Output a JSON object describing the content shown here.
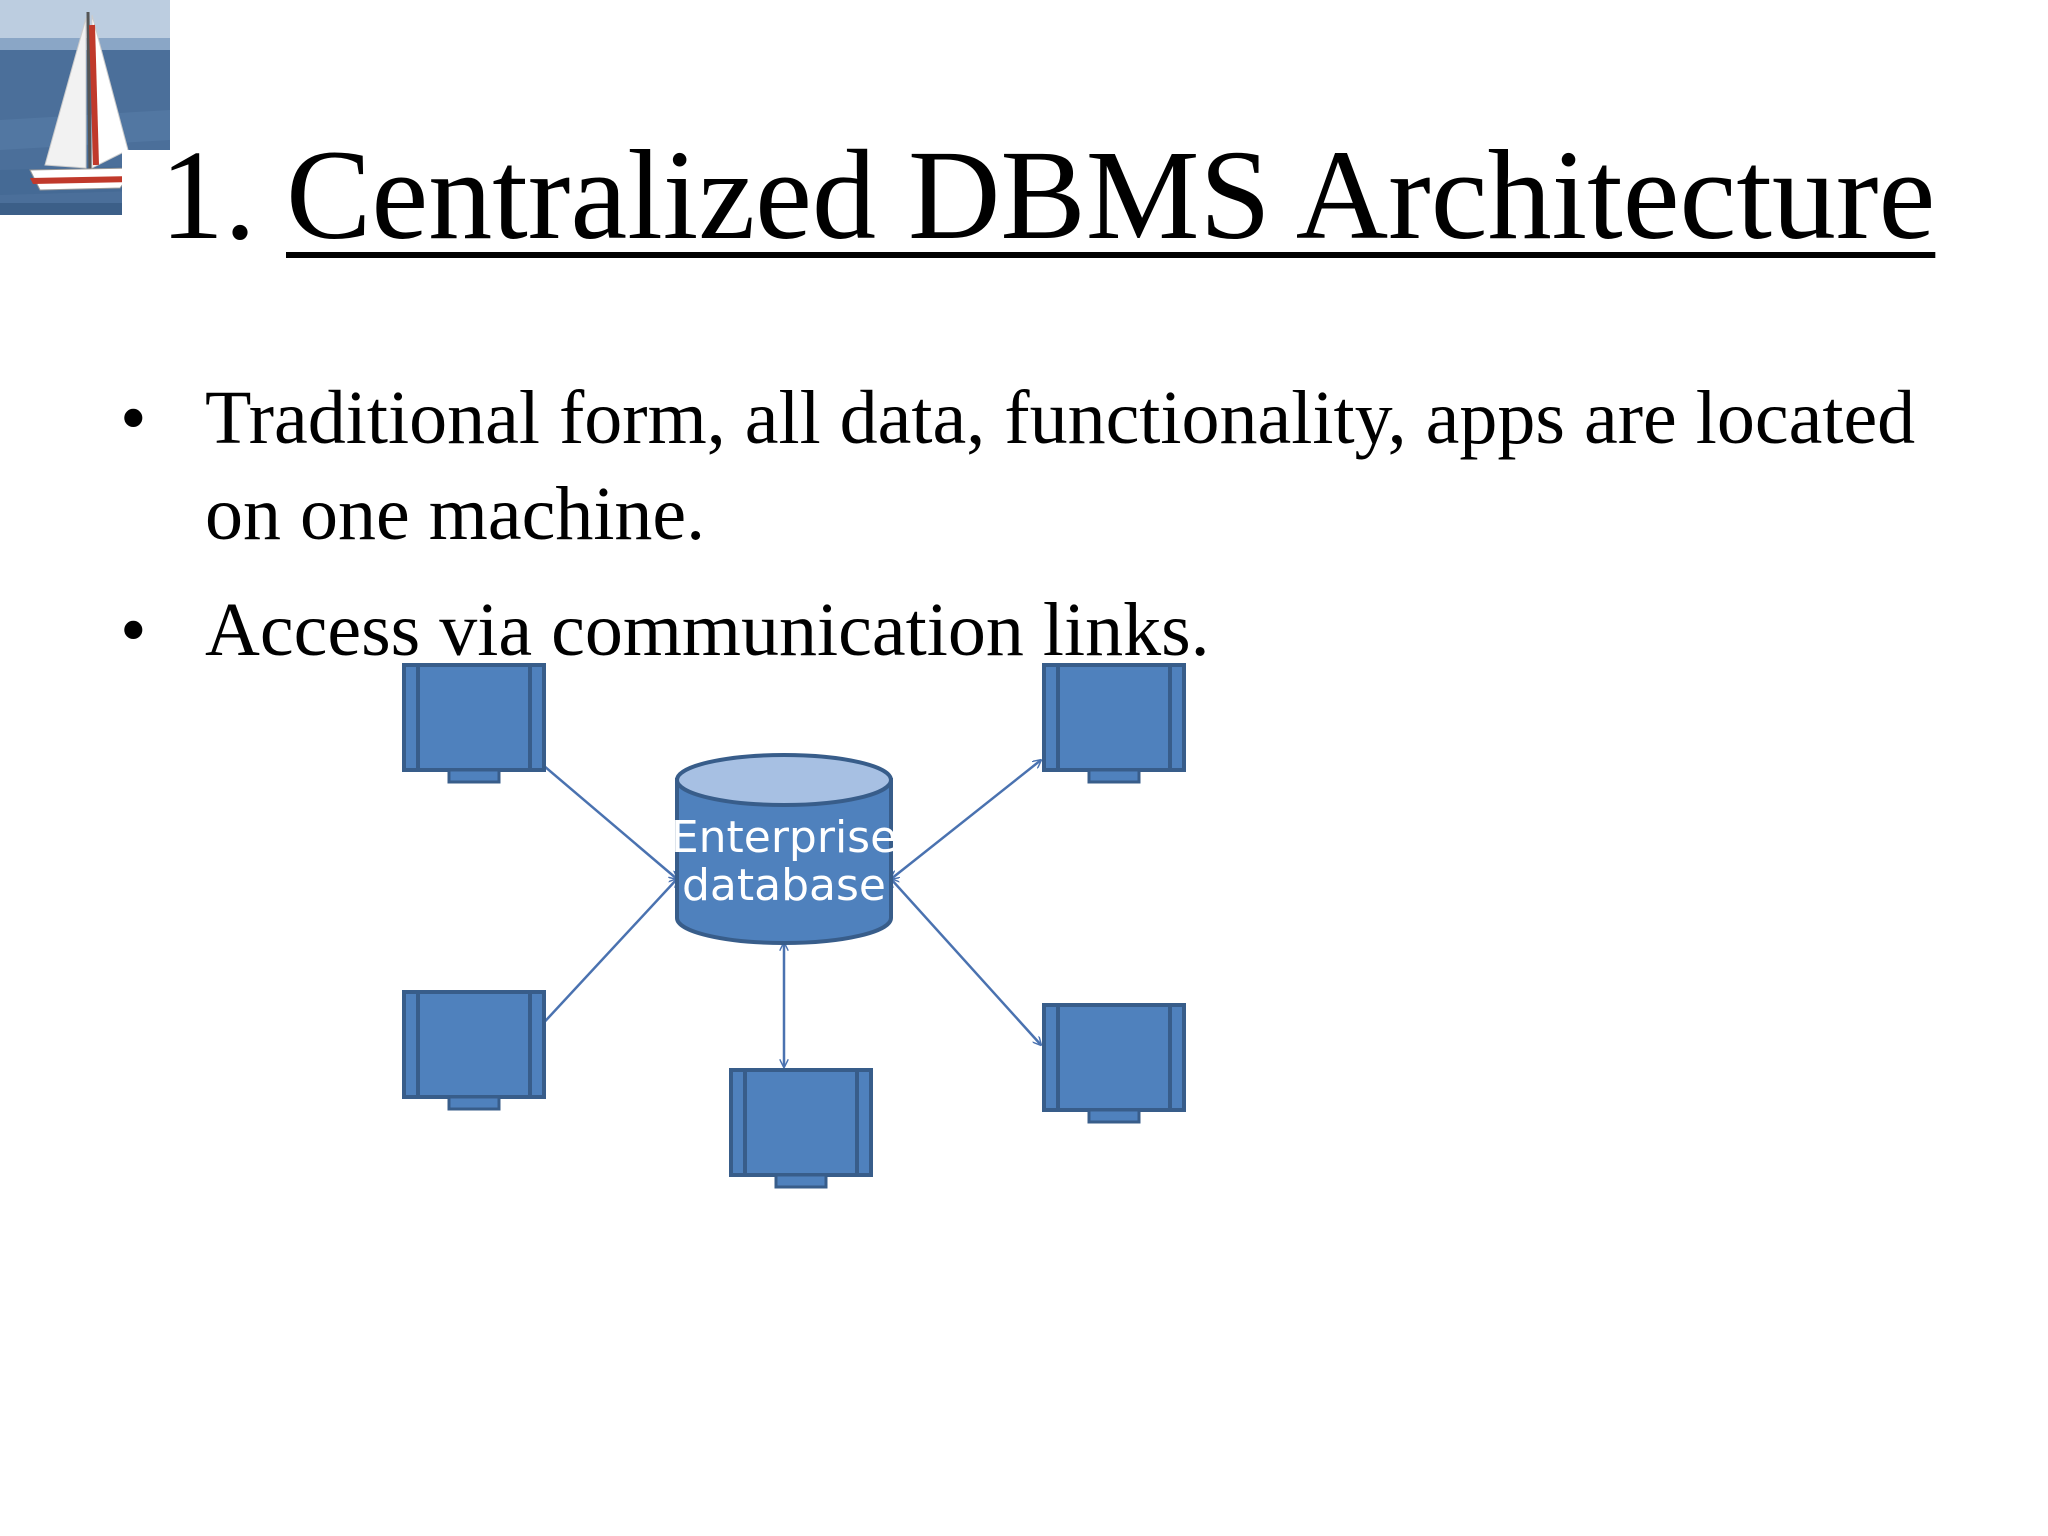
{
  "slide": {
    "title_number": "1.",
    "title_text": "Centralized DBMS Architecture",
    "bullets": [
      {
        "text": "Traditional form, all data, functionality, apps are located on one machine."
      },
      {
        "text": "Access via communication links."
      }
    ]
  },
  "diagram": {
    "center_node": {
      "line1": "Enterprise",
      "line2": "database"
    },
    "client_icon": "computer-monitor-icon",
    "logo_icon": "sailboat-logo-icon"
  },
  "colors": {
    "node_fill": "#4f81bd",
    "node_stroke": "#385d8a",
    "cylinder_top": "#a7c0e3",
    "link": "#4a72b0"
  }
}
